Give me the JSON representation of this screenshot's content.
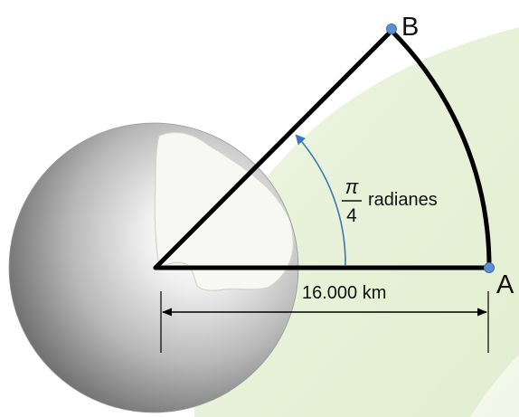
{
  "labels": {
    "point_b": "B",
    "point_a": "A",
    "angle_numerator": "π",
    "angle_denominator": "4",
    "angle_unit": "radianes",
    "distance": "16.000 km"
  },
  "colors": {
    "background_glow": "#e7f1d6",
    "sphere_light": "#ffffff",
    "sphere_dark": "#3c3c3c",
    "radius_lines": "#000000",
    "angle_arrow": "#3a78b8",
    "point_markers": "#5b8fd0"
  }
}
